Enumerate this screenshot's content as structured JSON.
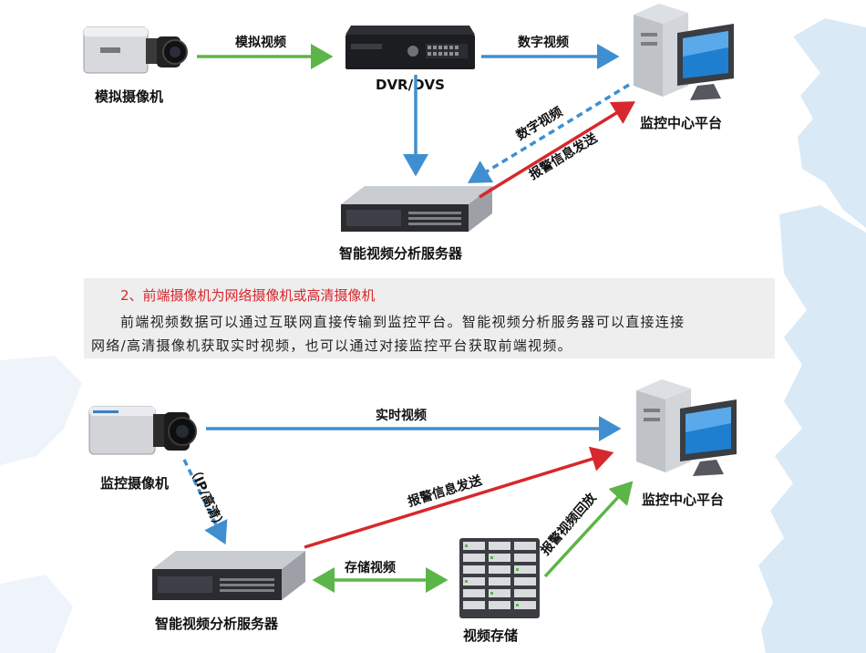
{
  "diagram_top": {
    "analog_camera_label": "模拟摄像机",
    "dvr_label": "DVR/DVS",
    "monitor_center_label": "监控中心平台",
    "analysis_server_label": "智能视频分析服务器",
    "arrow_analog_video": "模拟视频",
    "arrow_digital_video_1": "数字视频",
    "arrow_digital_video_2": "数字视频",
    "arrow_alarm_send": "报警信息发送"
  },
  "text_section": {
    "heading": "2、前端摄像机为网络摄像机或高清摄像机",
    "paragraph_line1": "前端视频数据可以通过互联网直接传输到监控平台。智能视频分析服务器可以直接连接",
    "paragraph_line2": "网络/高清摄像机获取实时视频，也可以通过对接监控平台获取前端视频。"
  },
  "diagram_bottom": {
    "monitor_camera_label": "监控摄像机",
    "monitor_center_label": "监控中心平台",
    "analysis_server_label": "智能视频分析服务器",
    "video_storage_label": "视频存储",
    "arrow_realtime_video": "实时视频",
    "arrow_ip_hd": "（IP/高清）",
    "arrow_alarm_send": "报警信息发送",
    "arrow_store_video": "存储视频",
    "arrow_alarm_playback": "报警视频回放"
  },
  "colors": {
    "green_arrow": "#5cb548",
    "blue_arrow": "#3f8fd0",
    "red_arrow": "#d6282d",
    "heading_red": "#d6282d",
    "textbox_bg": "#eeeeee",
    "map_blue": "#d9e9f6"
  }
}
